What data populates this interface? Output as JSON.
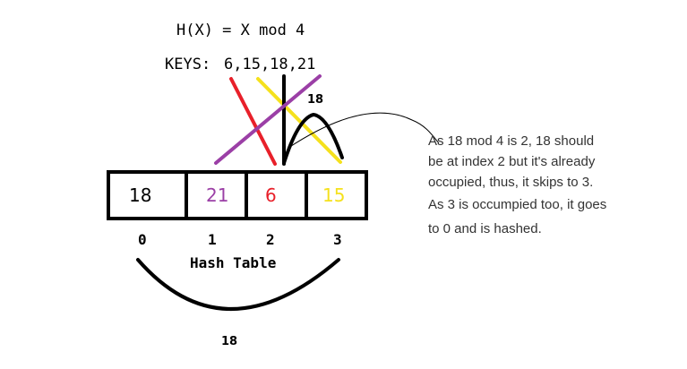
{
  "header": {
    "formula": "H(X) = X mod 4",
    "keys_label": "KEYS:",
    "keys_values": "6,15,18,21"
  },
  "annotations": {
    "top_18": "18",
    "bottom_18": "18"
  },
  "hash_table": {
    "label": "Hash Table",
    "cells": [
      {
        "index": "0",
        "value": "18",
        "color": "#000000"
      },
      {
        "index": "1",
        "value": "21",
        "color": "#9b3fa6"
      },
      {
        "index": "2",
        "value": "6",
        "color": "#e8202a"
      },
      {
        "index": "3",
        "value": "15",
        "color": "#f5e11d"
      }
    ]
  },
  "note": {
    "lines": [
      "As 18 mod 4 is 2, 18 should",
      "be at index 2 but it's already",
      "occupied, thus, it skips to 3.",
      "As 3 is occumpied too, it goes",
      "to 0 and is hashed."
    ]
  },
  "colors": {
    "key_6": "#e8202a",
    "key_15": "#f5e11d",
    "key_18": "#000000",
    "key_21": "#9b3fa6"
  }
}
